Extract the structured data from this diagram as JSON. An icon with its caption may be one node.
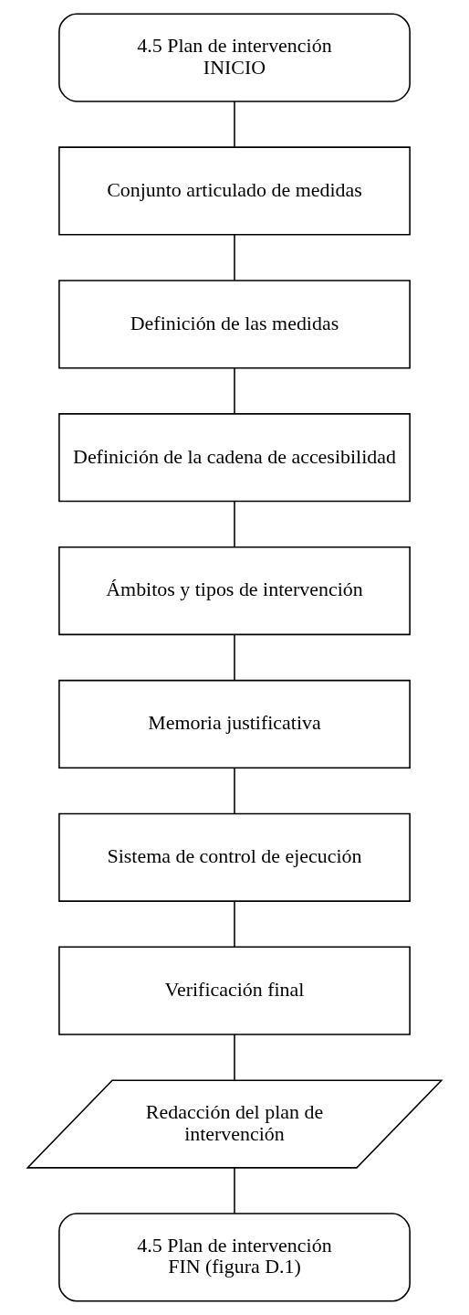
{
  "diagram": {
    "nodes": [
      {
        "text": [
          "4.5 Plan de intervención INICIO"
        ]
      },
      {
        "text": [
          "Conjunto articulado de medidas"
        ]
      },
      {
        "text": [
          "Definición de las medidas"
        ]
      },
      {
        "text": [
          "Definición de la cadena de accesibilidad"
        ]
      },
      {
        "text": [
          "Ámbitos y tipos de intervención"
        ]
      },
      {
        "text": [
          "Memoria justificativa"
        ]
      },
      {
        "text": [
          "Sistema de control de ejecución"
        ]
      },
      {
        "text": [
          "Verificación final"
        ]
      },
      {
        "text": [
          "Redacción del plan de intervención"
        ]
      },
      {
        "text": [
          "4.5 Plan de intervención FIN (figura D.1)"
        ]
      }
    ],
    "edges": [
      {
        "from": 0,
        "to": 1,
        "arrow": "none"
      },
      {
        "from": 1,
        "to": 2,
        "arrow": "none"
      },
      {
        "from": 2,
        "to": 3,
        "arrow": "none"
      },
      {
        "from": 3,
        "to": 4,
        "arrow": "none"
      },
      {
        "from": 4,
        "to": 5,
        "arrow": "none"
      },
      {
        "from": 5,
        "to": 6,
        "arrow": "none"
      },
      {
        "from": 6,
        "to": 7,
        "arrow": "none"
      },
      {
        "from": 7,
        "to": 8,
        "arrow": "none"
      },
      {
        "from": 8,
        "to": 9,
        "arrow": "none"
      }
    ]
  }
}
